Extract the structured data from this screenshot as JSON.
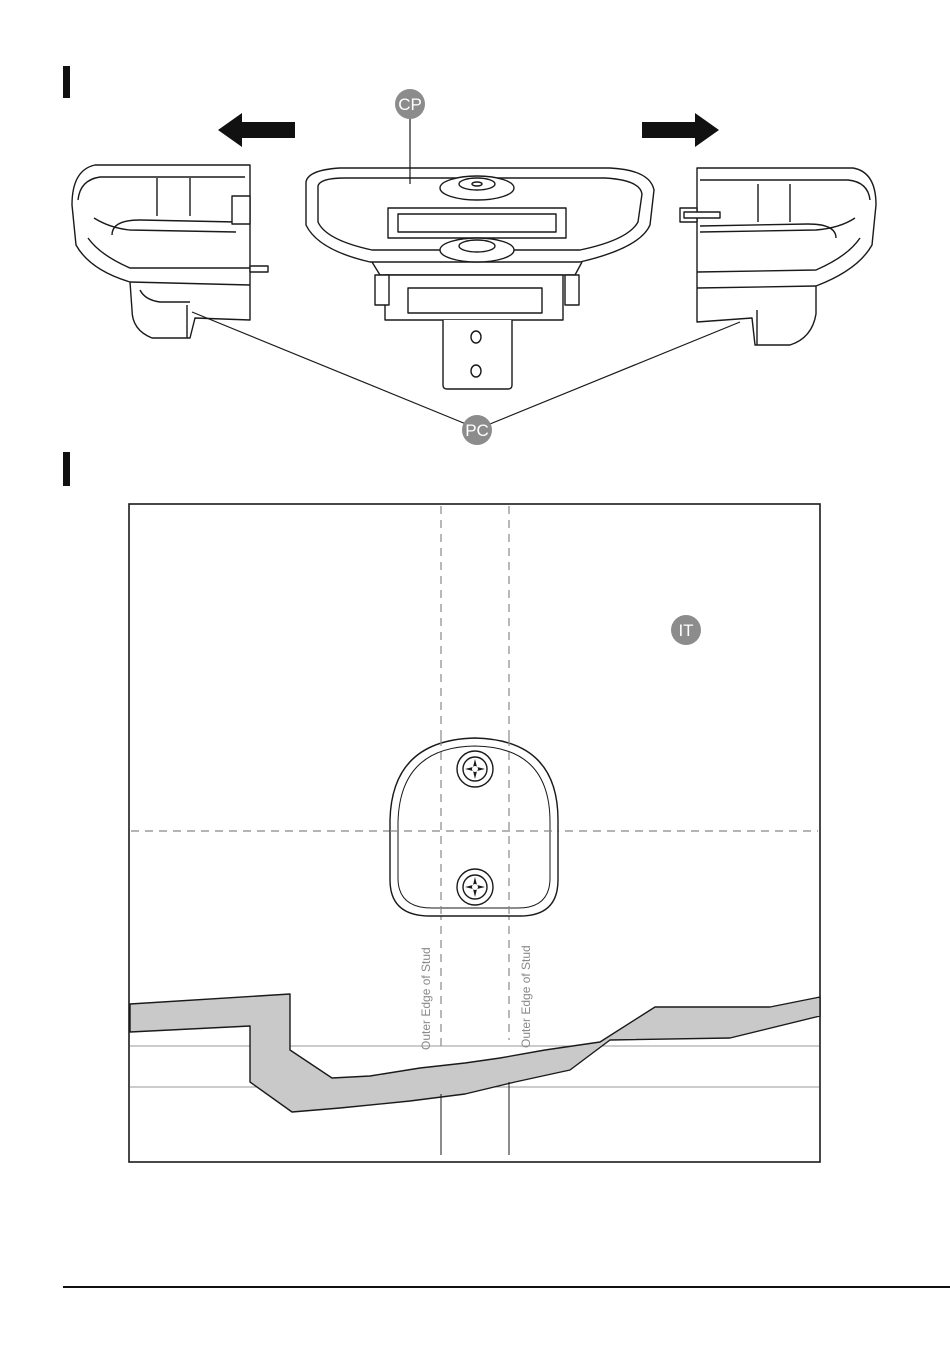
{
  "callouts": {
    "cp": "CP",
    "pc": "PC",
    "it": "IT"
  },
  "stud_labels": {
    "left": "Outer Edge of Stud",
    "right": "Outer Edge of Stud"
  },
  "colors": {
    "ink": "#1a1a1a",
    "callout_fill": "#8c8c8c",
    "dashed_line": "#888888",
    "wall_band": "#c9c9c9",
    "stud_text": "#8a8a8a"
  },
  "icons": {
    "left_arrow": "arrow-left-icon",
    "right_arrow": "arrow-right-icon",
    "screw": "screw-head-icon"
  }
}
